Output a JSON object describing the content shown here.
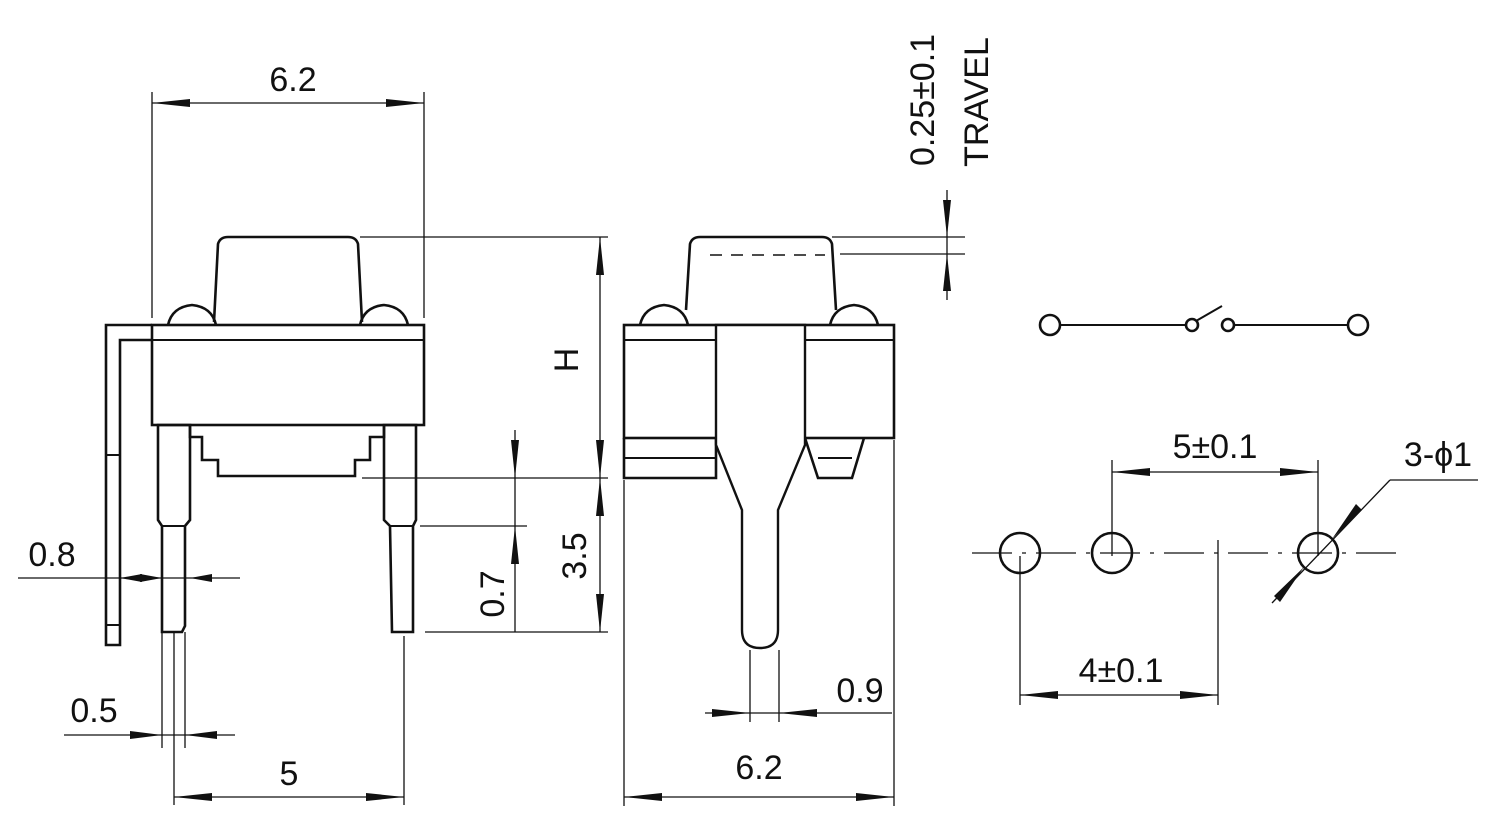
{
  "labels": {
    "top_width": "6.2",
    "travel_value": "0.25±0.1",
    "travel_word": "TRAVEL",
    "height_h": "H",
    "lead_length": "3.5",
    "lead_step": "0.7",
    "bracket_thickness": "0.8",
    "lead_width": "0.5",
    "lead_pitch": "5",
    "side_lead_width": "0.9",
    "side_width": "6.2",
    "hole_pitch_top": "5±0.1",
    "hole_pitch_bottom": "4±0.1",
    "hole_diameter": "3-ϕ1"
  }
}
